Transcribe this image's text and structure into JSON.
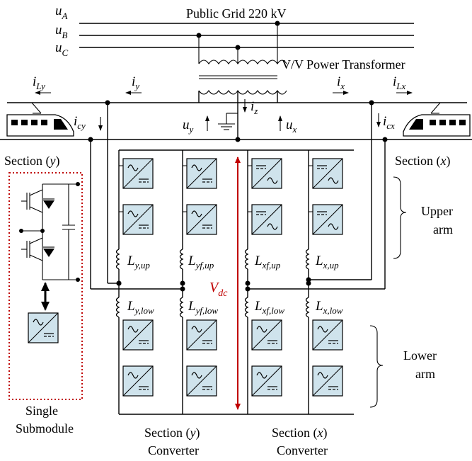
{
  "grid": {
    "title": "Public Grid  220 kV",
    "phases": [
      "u",
      "u",
      "u"
    ],
    "phase_subs": [
      "A",
      "B",
      "C"
    ]
  },
  "transformer": {
    "label": "V/V Power Transformer"
  },
  "currents": {
    "iLy": {
      "main": "i",
      "sub": "Ly"
    },
    "iy": {
      "main": "i",
      "sub": "y"
    },
    "ix": {
      "main": "i",
      "sub": "x"
    },
    "iLx": {
      "main": "i",
      "sub": "Lx"
    },
    "iz": {
      "main": "i",
      "sub": "z"
    },
    "icy": {
      "main": "i",
      "sub": "cy"
    },
    "icx": {
      "main": "i",
      "sub": "cx"
    }
  },
  "voltages": {
    "uy": {
      "main": "u",
      "sub": "y"
    },
    "ux": {
      "main": "u",
      "sub": "x"
    },
    "vdc": {
      "main": "V",
      "sub": "dc",
      "color": "#c00000"
    }
  },
  "sections": {
    "left": {
      "prefix": "Section (",
      "var": "y",
      "suffix": ")"
    },
    "right": {
      "prefix": "Section (",
      "var": "x",
      "suffix": ")"
    }
  },
  "inductors": {
    "y_up": {
      "main": "L",
      "sub": "y,up"
    },
    "yf_up": {
      "main": "L",
      "sub": "yf,up"
    },
    "xf_up": {
      "main": "L",
      "sub": "xf,up"
    },
    "x_up": {
      "main": "L",
      "sub": "x,up"
    },
    "y_low": {
      "main": "L",
      "sub": "y,low"
    },
    "yf_low": {
      "main": "L",
      "sub": "yf,low"
    },
    "xf_low": {
      "main": "L",
      "sub": "xf,low"
    },
    "x_low": {
      "main": "L",
      "sub": "x,low"
    }
  },
  "arms": {
    "upper": [
      "Upper",
      "arm"
    ],
    "lower": [
      "Lower",
      "arm"
    ]
  },
  "submodule": {
    "label": [
      "Single",
      "Submodule"
    ]
  },
  "converters": {
    "y": {
      "prefix": "Section (",
      "var": "y",
      "suffix": ")",
      "line2": "Converter"
    },
    "x": {
      "prefix": "Section (",
      "var": "x",
      "suffix": ")",
      "line2": "Converter"
    }
  },
  "colors": {
    "module_fill": "#cfe3ec",
    "vdc": "#c00000",
    "dashed_box": "#c00000"
  }
}
